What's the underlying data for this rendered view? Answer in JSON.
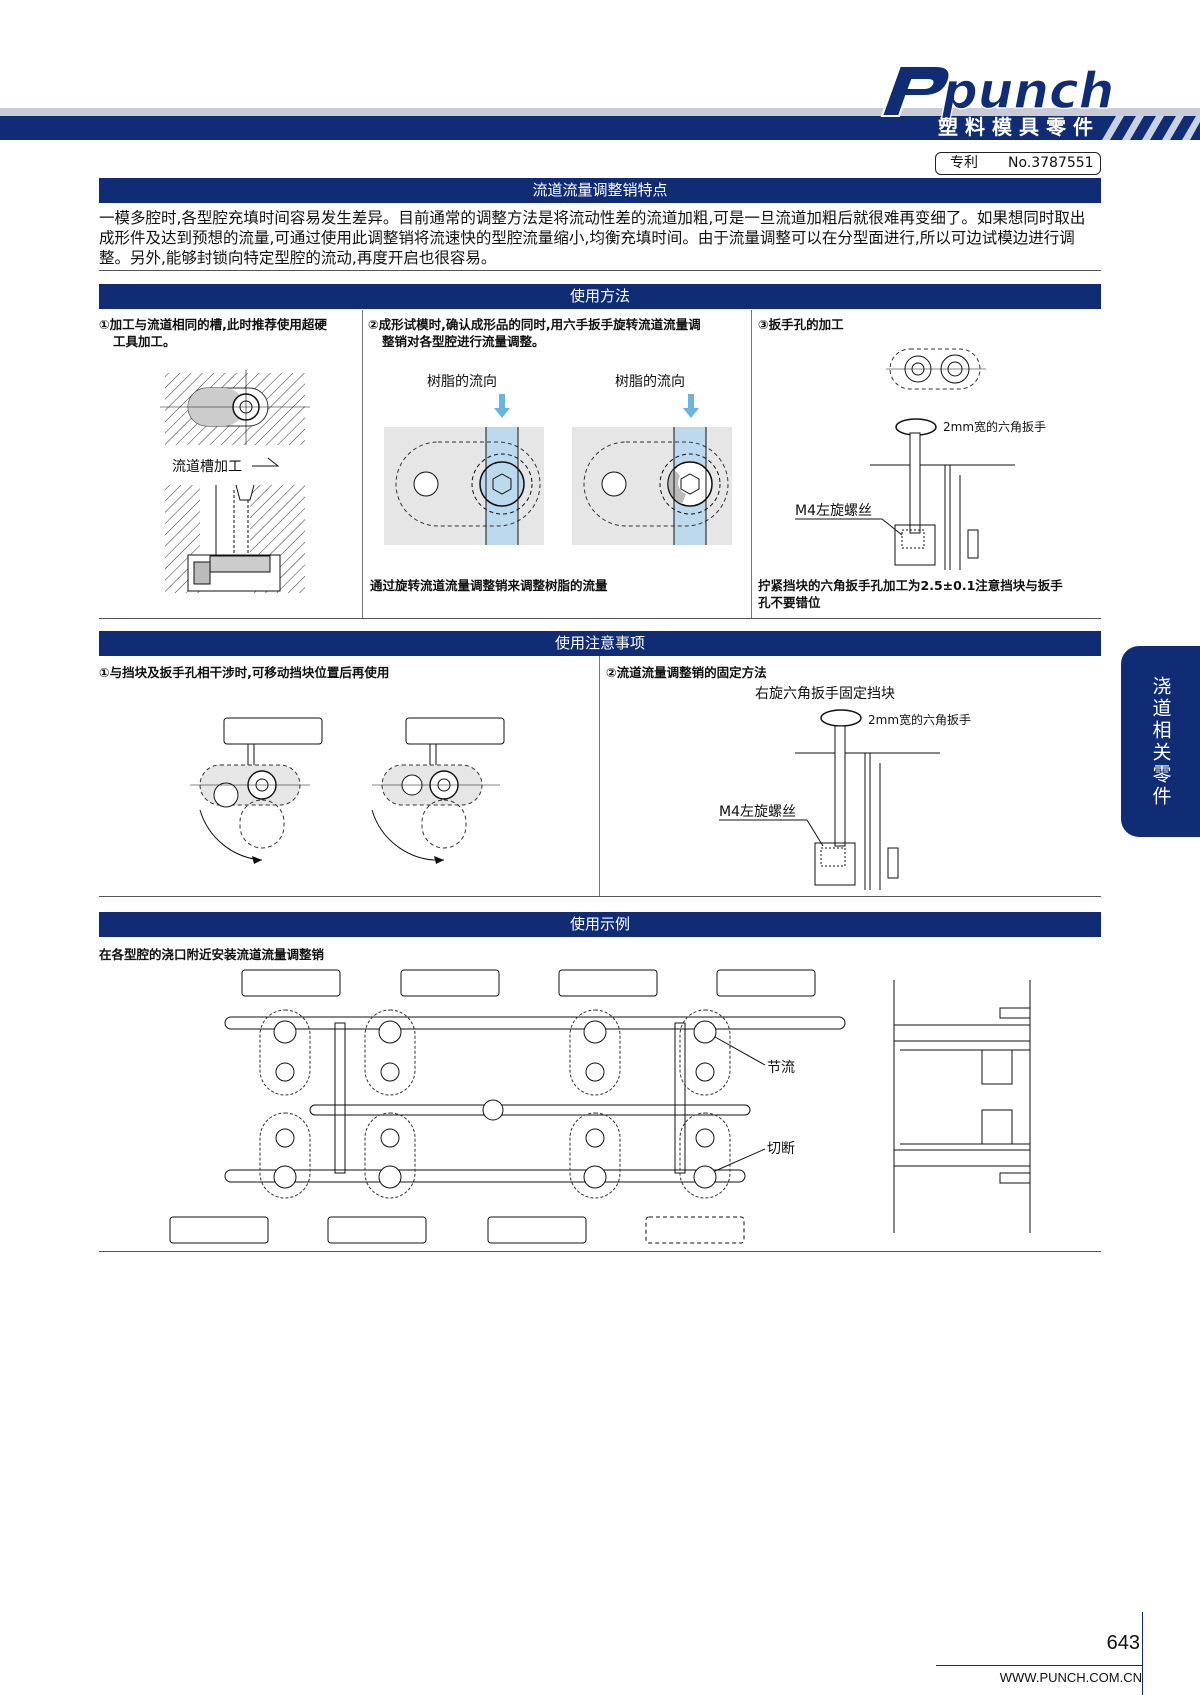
{
  "brand": {
    "logo": "punch",
    "tagline": "塑料模具零件",
    "accent": "#0f2c74"
  },
  "patent": {
    "label": "专利",
    "number": "No.3787551"
  },
  "features": {
    "title": "流道流量调整销特点",
    "body": "一模多腔时,各型腔充填时间容易发生差异。目前通常的调整方法是将流动性差的流道加粗,可是一旦流道加粗后就很难再变细了。如果想同时取出成形件及达到预想的流量,可通过使用此调整销将流速快的型腔流量缩小,均衡充填时间。由于流量调整可以在分型面进行,所以可边试模边进行调整。另外,能够封锁向特定型腔的流动,再度开启也很容易。"
  },
  "usage": {
    "title": "使用方法",
    "col1": {
      "caption_line1": "①加工与流道相同的槽,此时推荐使用超硬",
      "caption_line2": "工具加工。",
      "label": "流道槽加工"
    },
    "col2": {
      "caption_line1": "②成形试模时,确认成形品的同时,用六手扳手旋转流道流量调",
      "caption_line2": "整销对各型腔进行流量调整。",
      "flow_label": "树脂的流向",
      "note": "通过旋转流道流量调整销来调整树脂的流量"
    },
    "col3": {
      "caption": "③扳手孔的加工",
      "wrench_label": "2mm宽的六角扳手",
      "screw_label": "M4左旋螺丝",
      "note_line1": "拧紧挡块的六角扳手孔加工为2.5±0.1注意挡块与扳手",
      "note_line2": "孔不要错位"
    }
  },
  "cautions": {
    "title": "使用注意事项",
    "col1": {
      "caption": "①与挡块及扳手孔相干涉时,可移动挡块位置后再使用"
    },
    "col2": {
      "caption": "②流道流量调整销的固定方法",
      "title_label": "右旋六角扳手固定挡块",
      "wrench_label": "2mm宽的六角扳手",
      "screw_label": "M4左旋螺丝"
    }
  },
  "example": {
    "title": "使用示例",
    "caption": "在各型腔的浇口附近安装流道流量调整销",
    "throttle_label": "节流",
    "cutoff_label": "切断"
  },
  "side_tab": "浇道相关零件",
  "footer": {
    "page": "643",
    "url": "WWW.PUNCH.COM.CN"
  }
}
